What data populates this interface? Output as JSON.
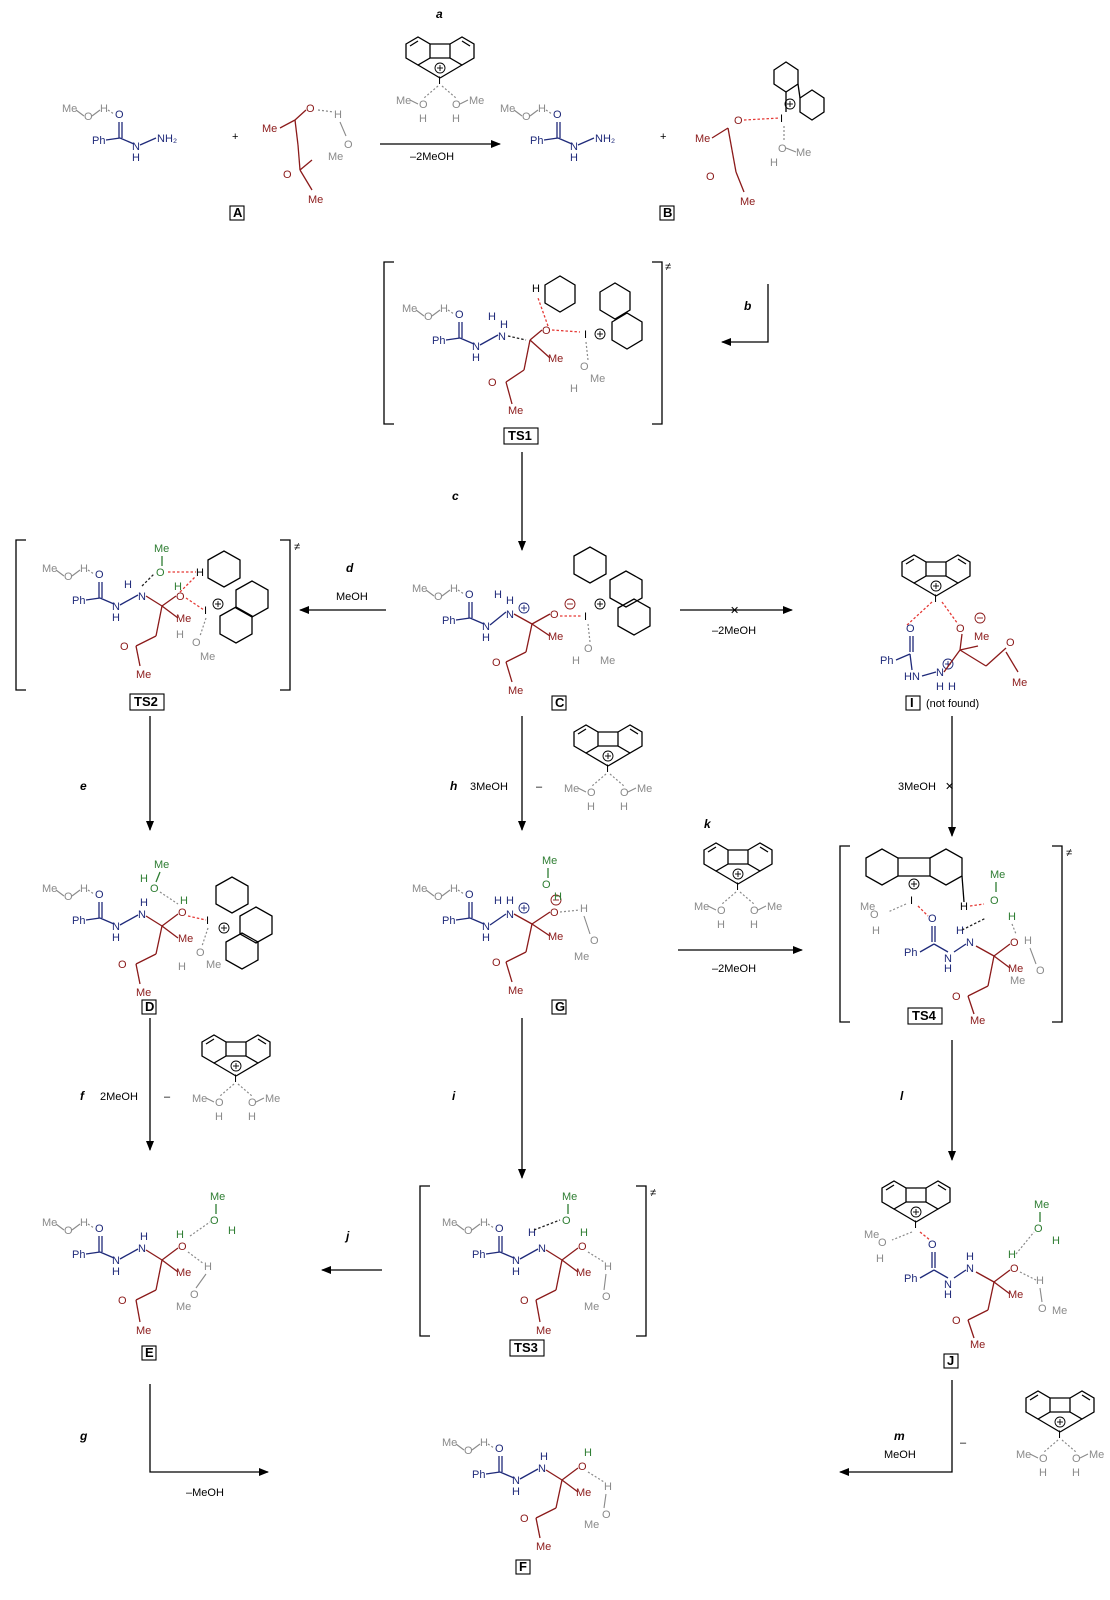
{
  "labels": {
    "A": "A",
    "B": "B",
    "TS1": "TS1",
    "C": "C",
    "TS2": "TS2",
    "I": "I",
    "I_note": "(not found)",
    "D": "D",
    "G": "G",
    "TS4": "TS4",
    "E": "E",
    "TS3": "TS3",
    "J": "J",
    "F": "F"
  },
  "steps": {
    "a": "a",
    "b": "b",
    "c": "c",
    "d": "d",
    "e": "e",
    "f": "f",
    "g": "g",
    "h": "h",
    "i": "i",
    "j": "j",
    "k": "k",
    "l": "l",
    "m": "m"
  },
  "conditions": {
    "a": "–2MeOH",
    "d": "MeOH",
    "C_to_I": "–2MeOH",
    "h": "3MeOH",
    "h_minus": "–",
    "I_to_TS4": "3MeOH",
    "k": "–2MeOH",
    "f": "2MeOH",
    "f_minus": "–",
    "g": "–MeOH",
    "m": "MeOH",
    "m_minus": "–"
  },
  "symbols": {
    "ts": "≠",
    "plus": "+",
    "blocked": "✕"
  },
  "atoms": {
    "MeO": "MeO",
    "Me": "Me",
    "O": "O",
    "H": "H",
    "Ph": "Ph",
    "N": "N",
    "NH2": "NH₂",
    "NH": "NH",
    "HN": "HN",
    "I": "I",
    "plus_charge": "⊕",
    "minus_charge": "⊖"
  },
  "colors": {
    "hydrazide": "#1f2a7a",
    "diketone": "#8b1a1a",
    "methanol": "#8a8a8a",
    "methanol_active": "#2e7d32",
    "hbond": "#e53935",
    "reagent": "#000000"
  }
}
